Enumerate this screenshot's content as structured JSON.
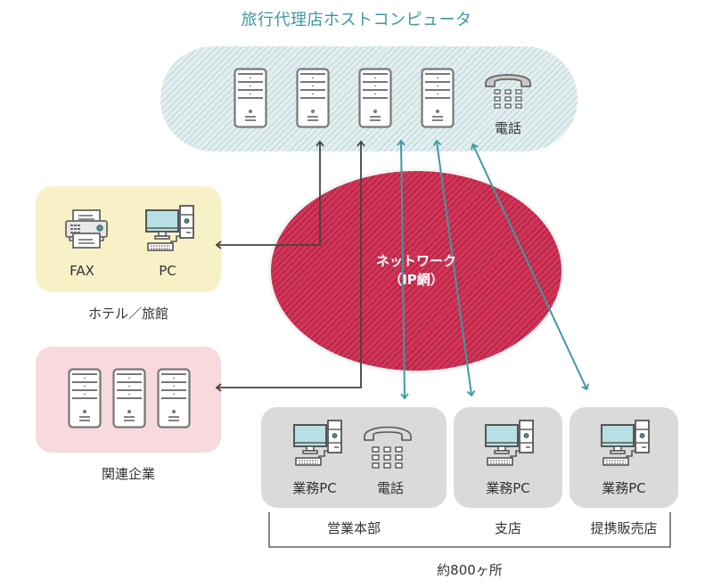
{
  "title": "旅行代理店ホストコンピュータ",
  "host": {
    "servers": [
      "server-1",
      "server-2",
      "server-3",
      "server-4"
    ],
    "phone_label": "電話"
  },
  "network": {
    "line1": "ネットワーク",
    "line2": "（IP網）"
  },
  "hotel": {
    "fax_label": "FAX",
    "pc_label": "PC",
    "caption": "ホテル／旅館"
  },
  "affiliates": {
    "caption": "関連企業"
  },
  "sites": {
    "honbu": {
      "pc_label": "業務PC",
      "phone_label": "電話",
      "caption": "営業本部"
    },
    "shiten": {
      "pc_label": "業務PC",
      "caption": "支店"
    },
    "teikei": {
      "pc_label": "業務PC",
      "caption": "提携販売店"
    },
    "total_caption": "約800ヶ所"
  },
  "colors": {
    "accent_teal": "#3d9aa0",
    "network_red": "#d63358",
    "dark_line": "#444444"
  }
}
